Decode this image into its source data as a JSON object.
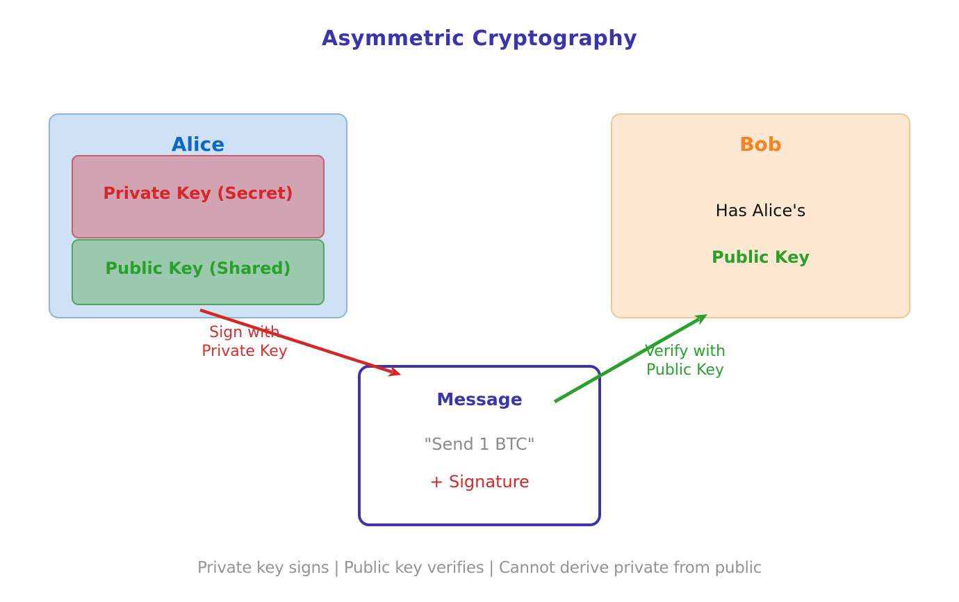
{
  "title": "Asymmetric Cryptography",
  "alice": {
    "label": "Alice",
    "private_key_label": "Private Key (Secret)",
    "public_key_label": "Public Key (Shared)"
  },
  "bob": {
    "label": "Bob",
    "line1": "Has Alice's",
    "line2": "Public Key"
  },
  "message": {
    "label": "Message",
    "content": "\"Send 1 BTC\"",
    "signature": "+ Signature"
  },
  "arrows": {
    "sign": {
      "line1": "Sign with",
      "line2": "Private Key"
    },
    "verify": {
      "line1": "Verify with",
      "line2": "Public Key"
    }
  },
  "caption": "Private key signs | Public key verifies | Cannot derive private from public",
  "colors": {
    "title_blue": "#3a34ad",
    "alice_label_blue": "#0f68c3",
    "alice_fill": "#cfe1f4",
    "alice_border": "#8fb3da",
    "private_fill": "#d2a3b3",
    "private_border": "#c4606c",
    "private_text_red": "#d62728",
    "public_fill": "#9bc9ad",
    "public_border": "#55a065",
    "public_text_green": "#2aa02c",
    "bob_label_orange": "#f8821f",
    "bob_fill": "#ffe8d1",
    "bob_border": "#f6c492",
    "message_border_blue": "#3a35ae",
    "message_content_gray": "#8a8a8a",
    "sign_arrow_red": "#d62728",
    "verify_arrow_green": "#2ca02c",
    "caption_gray": "#949494"
  }
}
